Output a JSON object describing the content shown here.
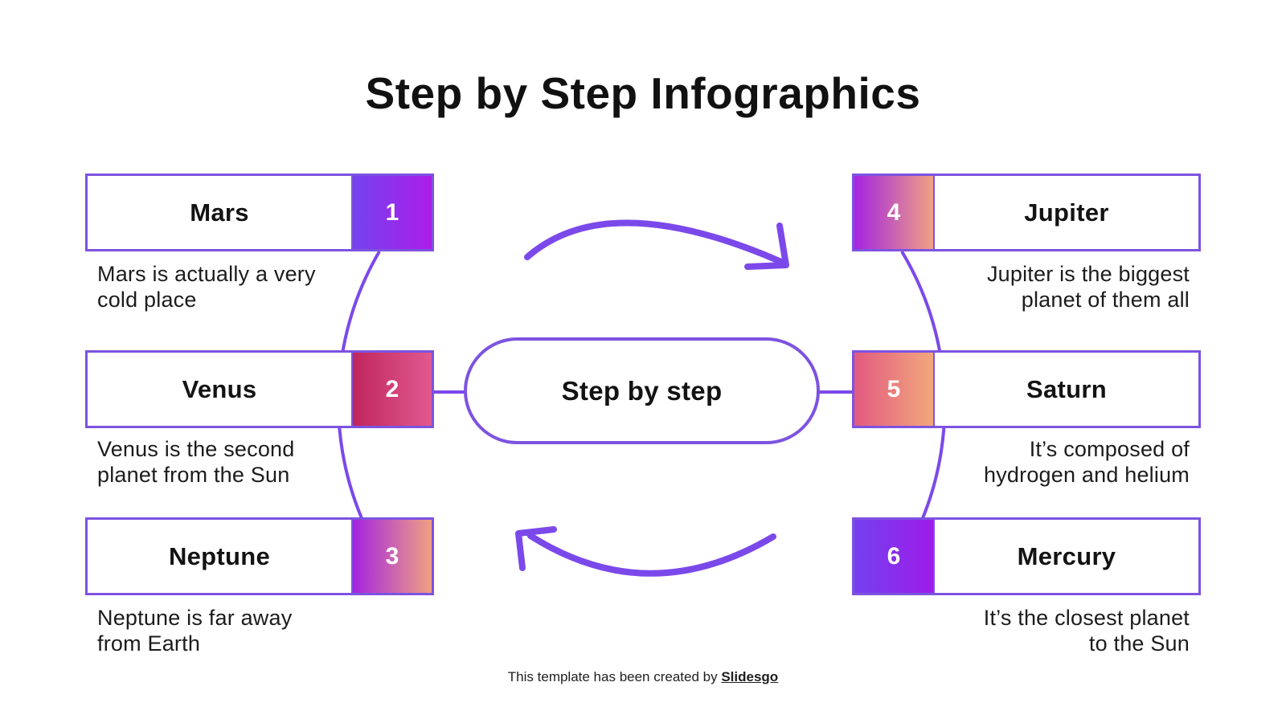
{
  "title": "Step by Step Infographics",
  "center": {
    "label": "Step by step"
  },
  "steps": [
    {
      "number": "1",
      "name": "Mars",
      "description": "Mars is actually a very\ncold place",
      "side": "left",
      "gradient": [
        "#7443ee",
        "#ab1de9"
      ]
    },
    {
      "number": "2",
      "name": "Venus",
      "description": "Venus is the second\nplanet from the Sun",
      "side": "left",
      "gradient": [
        "#bf265c",
        "#e0598f"
      ]
    },
    {
      "number": "3",
      "name": "Neptune",
      "description": "Neptune is far away\nfrom Earth",
      "side": "left",
      "gradient": [
        "#a524e0",
        "#efa183"
      ]
    },
    {
      "number": "4",
      "name": "Jupiter",
      "description": "Jupiter is the biggest\nplanet of them all",
      "side": "right",
      "gradient": [
        "#a524e0",
        "#efa183"
      ]
    },
    {
      "number": "5",
      "name": "Saturn",
      "description": "It’s composed of\nhydrogen and helium",
      "side": "right",
      "gradient": [
        "#e25a80",
        "#f2a87c"
      ]
    },
    {
      "number": "6",
      "name": "Mercury",
      "description": "It’s the closest planet\nto the Sun",
      "side": "right",
      "gradient": [
        "#7440ee",
        "#9d1ce9"
      ]
    }
  ],
  "footer": {
    "prefix": "This template has been created by ",
    "brand": "Slidesgo"
  },
  "colors": {
    "accent_border": "#7d53e0",
    "accent_arrow": "#7b49ea",
    "ink": "#111111",
    "paper": "#ffffff",
    "badge_text": "#ffffff"
  }
}
